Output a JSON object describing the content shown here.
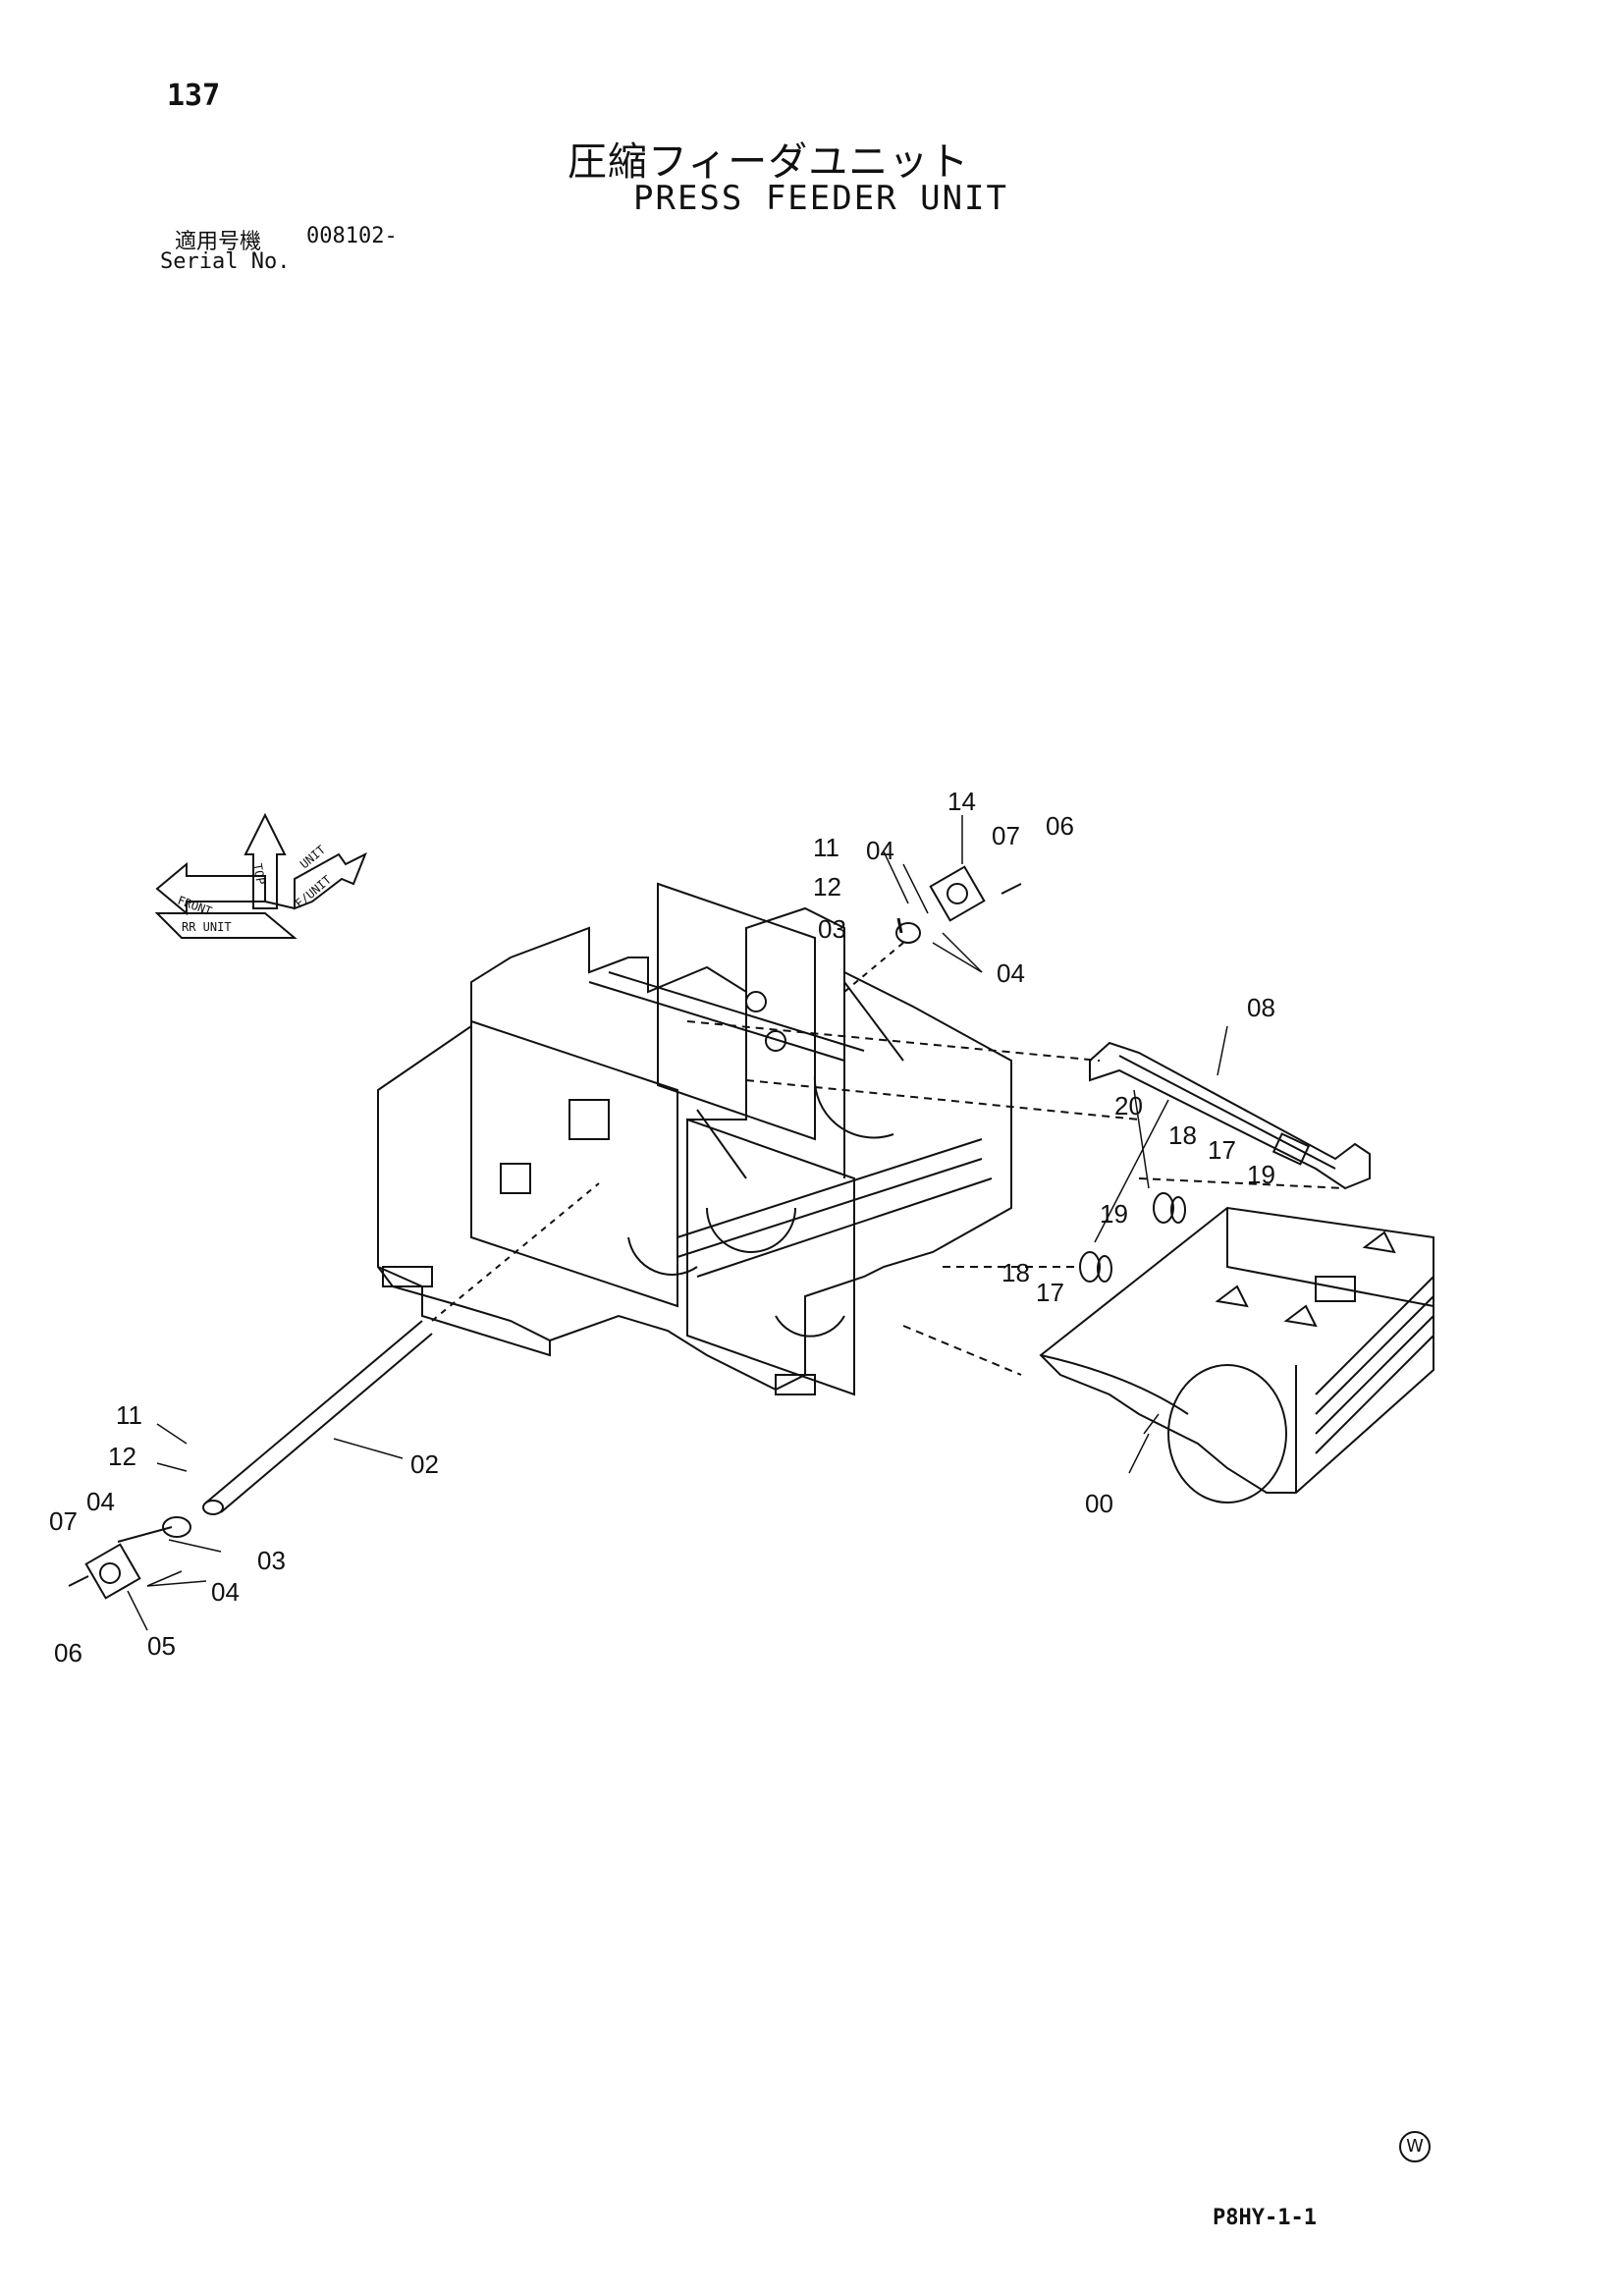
{
  "page_number": "137",
  "title_jp": "圧縮フィーダユニット",
  "title_en": "PRESS FEEDER UNIT",
  "serial": {
    "label_jp": "適用号機",
    "value": "008102-",
    "label_en": "Serial No."
  },
  "direction_indicator": {
    "front": "FRONT",
    "rr_unit": "RR UNIT",
    "top": "TOP",
    "unit": "UNIT",
    "ft_unit": "F/UNIT"
  },
  "callouts": {
    "c00": "00",
    "c02": "02",
    "c03a": "03",
    "c03b": "03",
    "c04a": "04",
    "c04b": "04",
    "c04c": "04",
    "c04d": "04",
    "c05": "05",
    "c06a": "06",
    "c06b": "06",
    "c07a": "07",
    "c07b": "07",
    "c08": "08",
    "c11a": "11",
    "c11b": "11",
    "c12a": "12",
    "c12b": "12",
    "c14": "14",
    "c17a": "17",
    "c17b": "17",
    "c18a": "18",
    "c18b": "18",
    "c19a": "19",
    "c19b": "19",
    "c20": "20"
  },
  "footer_code": "P8HY-1-1",
  "mark": "W"
}
